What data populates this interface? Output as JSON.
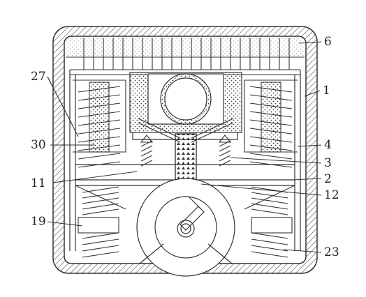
{
  "labels": {
    "l1": "1",
    "l2": "2",
    "l3": "3",
    "l4": "4",
    "l6": "6",
    "l11": "11",
    "l12": "12",
    "l19": "19",
    "l23": "23",
    "l27": "27",
    "l30": "30"
  },
  "colors": {
    "line": "#333333",
    "hatch": "#555555",
    "background": "#ffffff"
  }
}
